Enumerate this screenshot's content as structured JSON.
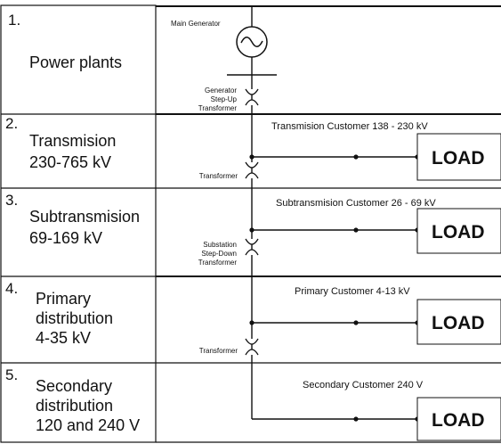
{
  "stages": [
    {
      "number": "1.",
      "label_lines": [
        "Power plants"
      ]
    },
    {
      "number": "2.",
      "label_lines": [
        "Transmision",
        "230-765 kV"
      ]
    },
    {
      "number": "3.",
      "label_lines": [
        "Subtransmision",
        "69-169 kV"
      ]
    },
    {
      "number": "4.",
      "label_lines": [
        "Primary",
        "distribution",
        "4-35 kV"
      ]
    },
    {
      "number": "5.",
      "label_lines": [
        "Secondary",
        "distribution",
        "120 and 240 V"
      ]
    }
  ],
  "components": {
    "main_generator": "Main Generator",
    "step_up_lines": [
      "Generator",
      "Step-Up",
      "Transformer"
    ],
    "transformer_2": "Transformer",
    "step_down_lines": [
      "Substation",
      "Step-Down",
      "Transformer"
    ],
    "transformer_4": "Transformer"
  },
  "customers": [
    "Transmision Customer 138 - 230 kV",
    "Subtransmision Customer 26 - 69 kV",
    "Primary Customer 4-13 kV",
    "Secondary Customer 240 V"
  ],
  "load_label": "LOAD",
  "colors": {
    "line": "#111111",
    "background": "#ffffff"
  }
}
